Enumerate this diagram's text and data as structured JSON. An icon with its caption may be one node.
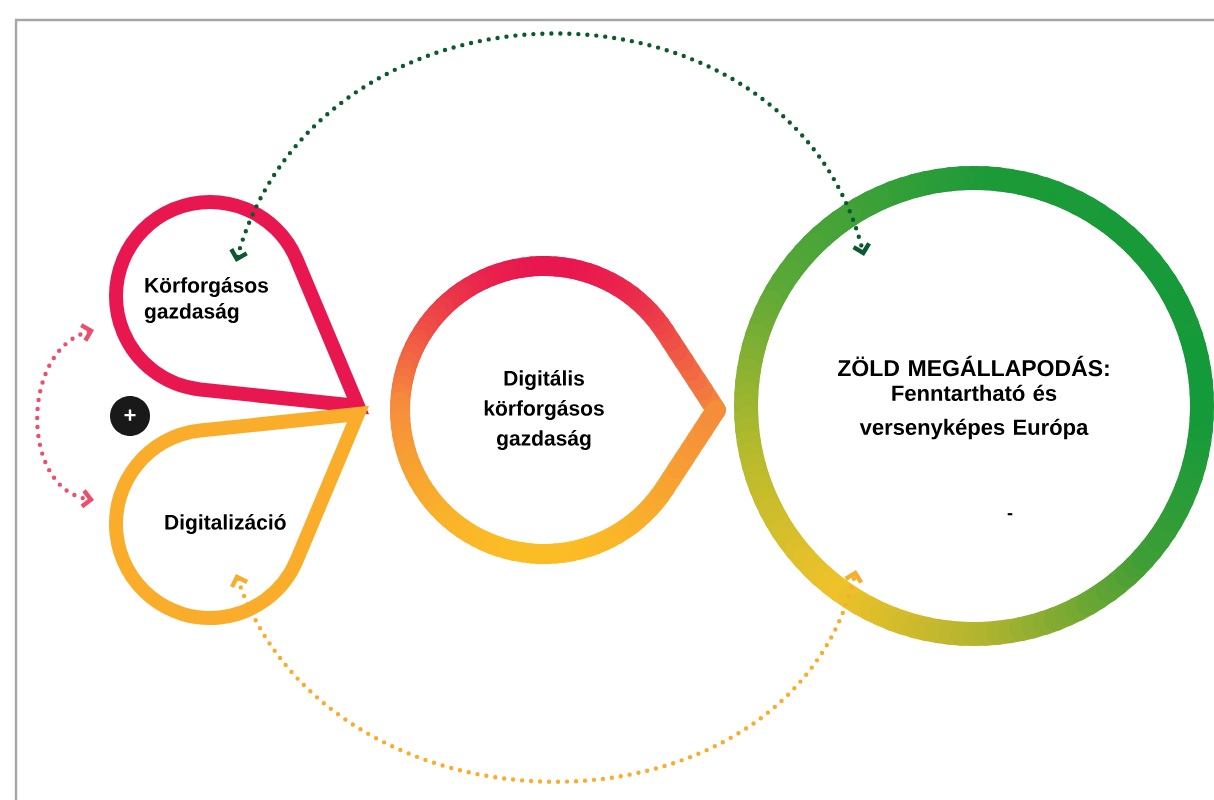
{
  "diagram": {
    "nodes": [
      {
        "text": [
          "Körforgásos gazdaság"
        ]
      },
      {
        "text": [
          "+"
        ]
      },
      {
        "text": [
          "Digitalizáció"
        ]
      },
      {
        "text": [
          "Digitális körforgásos gazdaság"
        ]
      },
      {
        "text": [
          "ZÖLD MEGÁLLAPODÁS:",
          "Fenntartható és versenyképes Európa",
          "-"
        ]
      }
    ],
    "edges": [
      {
        "from": 0,
        "to": 4,
        "arrow": "both",
        "style": "dashed",
        "color": "#0a5a2e"
      },
      {
        "from": 2,
        "to": 4,
        "arrow": "both",
        "style": "dashed",
        "color": "#f9ad2a"
      },
      {
        "from": 0,
        "to": 2,
        "arrow": "both",
        "style": "dashed",
        "color": "#ee4d6b"
      }
    ]
  }
}
